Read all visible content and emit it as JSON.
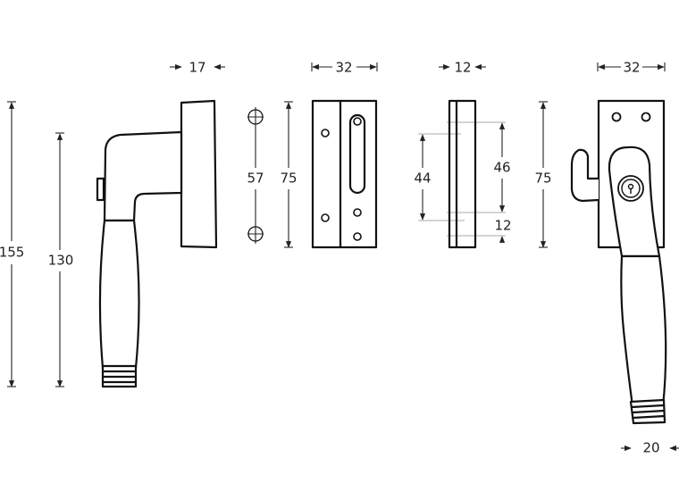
{
  "dimensions": {
    "handle_rose_depth": "17",
    "handle_total_height": "155",
    "handle_grip_height": "130",
    "hole_spacing": "57",
    "rose_height": "75",
    "plate_width": "32",
    "keeper_width": "12",
    "keeper_span_44": "44",
    "keeper_span_46": "46",
    "keeper_offset_12": "12",
    "locking_plate_height": "75",
    "locking_plate_width": "32",
    "grip_tip_offset": "20"
  },
  "colors": {
    "line": "#111111",
    "dimension_line": "#222222",
    "extension_line": "#aaaaaa"
  }
}
